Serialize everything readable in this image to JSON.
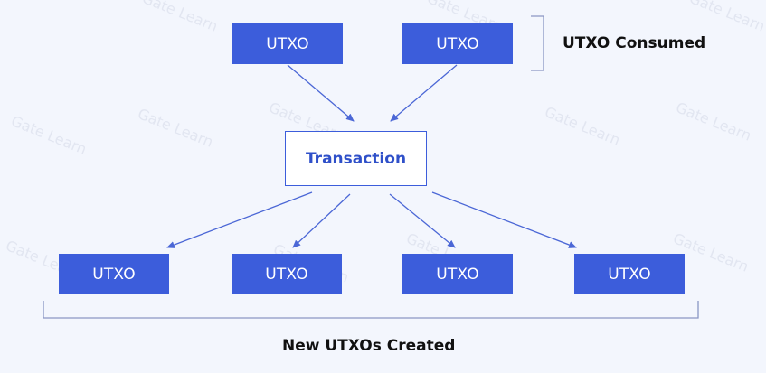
{
  "diagram": {
    "inputs": [
      {
        "label": "UTXO"
      },
      {
        "label": "UTXO"
      }
    ],
    "transaction": {
      "label": "Transaction"
    },
    "outputs": [
      {
        "label": "UTXO"
      },
      {
        "label": "UTXO"
      },
      {
        "label": "UTXO"
      },
      {
        "label": "UTXO"
      }
    ],
    "consumed_label": "UTXO Consumed",
    "created_label": "New UTXOs Created"
  },
  "watermark": {
    "text": "Gate Learn"
  },
  "colors": {
    "background": "#f3f6fd",
    "box_fill": "#3c5ddb",
    "box_text": "#ffffff",
    "transaction_border": "#3c5ddb",
    "transaction_text": "#2f50c9",
    "arrow": "#4b67d6",
    "bracket": "#8a96c4",
    "label_text": "#111111"
  }
}
